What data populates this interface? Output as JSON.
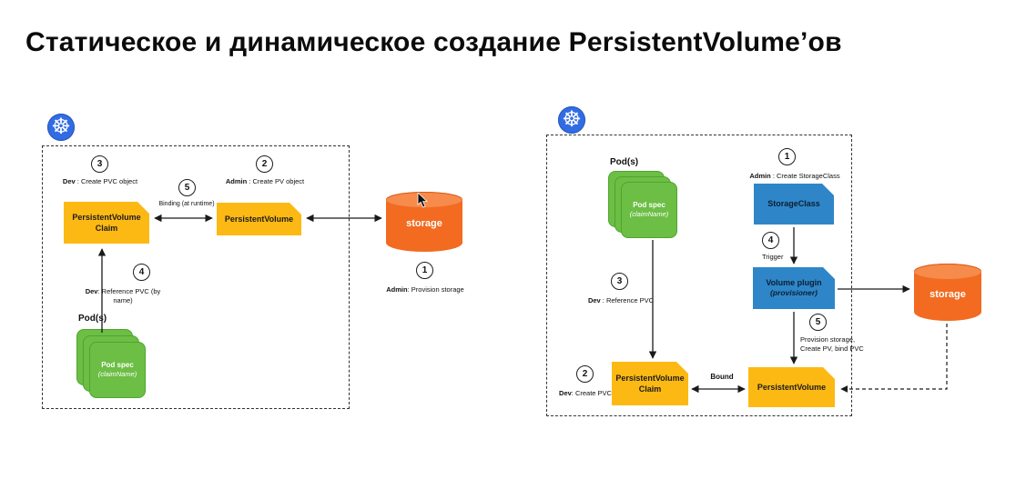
{
  "title": "Статическое и динамическое создание PersistentVolume’ов",
  "icons": {
    "kubernetes": "☸"
  },
  "colors": {
    "yellow": "#FDB913",
    "green": "#6CBE45",
    "blue": "#2E86C8",
    "orange": "#F26B21",
    "k8s_blue": "#326CE5"
  },
  "left": {
    "steps": {
      "step1": {
        "num": "1",
        "prefix": "Admin",
        "rest": ": Provision storage"
      },
      "step2": {
        "num": "2",
        "prefix": "Admin",
        "rest": " : Create PV object"
      },
      "step3": {
        "num": "3",
        "prefix": "Dev",
        "rest": " : Create PVC object"
      },
      "step4": {
        "num": "4",
        "prefix": "Dev",
        "rest": ": Reference PVC (by name)"
      },
      "step5": {
        "num": "5",
        "label": "Binding (at runtime)"
      }
    },
    "pvc_box": {
      "line1": "PersistentVolume",
      "line2": "Claim"
    },
    "pv_box": {
      "label": "PersistentVolume"
    },
    "pods_label": "Pod(s)",
    "pod_spec": {
      "line1": "Pod spec",
      "line2": "(claimName)"
    },
    "storage_label": "storage"
  },
  "right": {
    "steps": {
      "step1": {
        "num": "1",
        "prefix": "Admin",
        "rest": " : Create StorageClass"
      },
      "step2": {
        "num": "2",
        "prefix": "Dev",
        "rest": ": Create PVC"
      },
      "step3": {
        "num": "3",
        "prefix": "Dev",
        "rest": " : Reference PVC"
      },
      "step4": {
        "num": "4",
        "label": "Trigger"
      },
      "step5": {
        "num": "5",
        "line1": "Provision storage,",
        "line2": "Create PV, bind PVC"
      }
    },
    "pods_label": "Pod(s)",
    "pod_spec": {
      "line1": "Pod spec",
      "line2": "(claimName)"
    },
    "storageclass_box": {
      "label": "StorageClass"
    },
    "volume_plugin_box": {
      "line1": "Volume plugin",
      "line2": "(provisioner)"
    },
    "pvc_box": {
      "line1": "PersistentVolume",
      "line2": "Claim"
    },
    "pv_box": {
      "label": "PersistentVolume"
    },
    "bound_label": "Bound",
    "storage_label": "storage"
  }
}
